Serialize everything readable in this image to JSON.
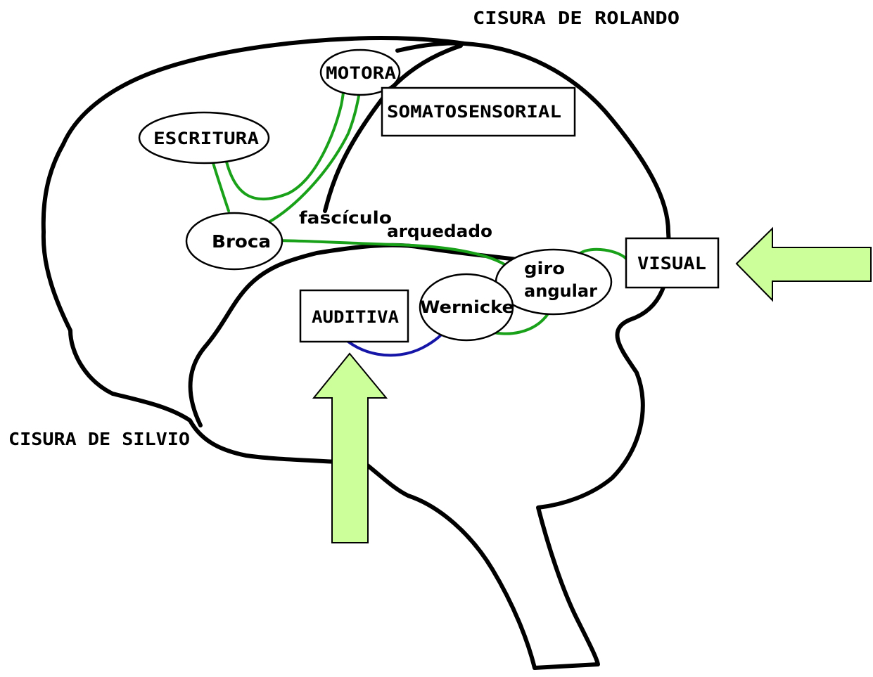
{
  "colors": {
    "brain_fill": "#55ffff",
    "outline": "#000000",
    "pathway_green": "#1aa11a",
    "pathway_blue": "#1515a8",
    "input_arrow": "#ccff99",
    "label_box": "#ffffff"
  },
  "fissures": {
    "rolando": "CISURA DE ROLANDO",
    "silvio": "CISURA DE SILVIO"
  },
  "areas": {
    "motora": "MOTORA",
    "somatosensorial": "SOMATOSENSORIAL",
    "escritura": "ESCRITURA",
    "broca": "Broca",
    "giro_line1": "giro",
    "giro_line2": "angular",
    "wernicke": "Wernicke",
    "auditiva": "AUDITIVA",
    "visual": "VISUAL"
  },
  "pathway_labels": {
    "fasciculo": "fascículo",
    "arquedado": "arquedado"
  }
}
